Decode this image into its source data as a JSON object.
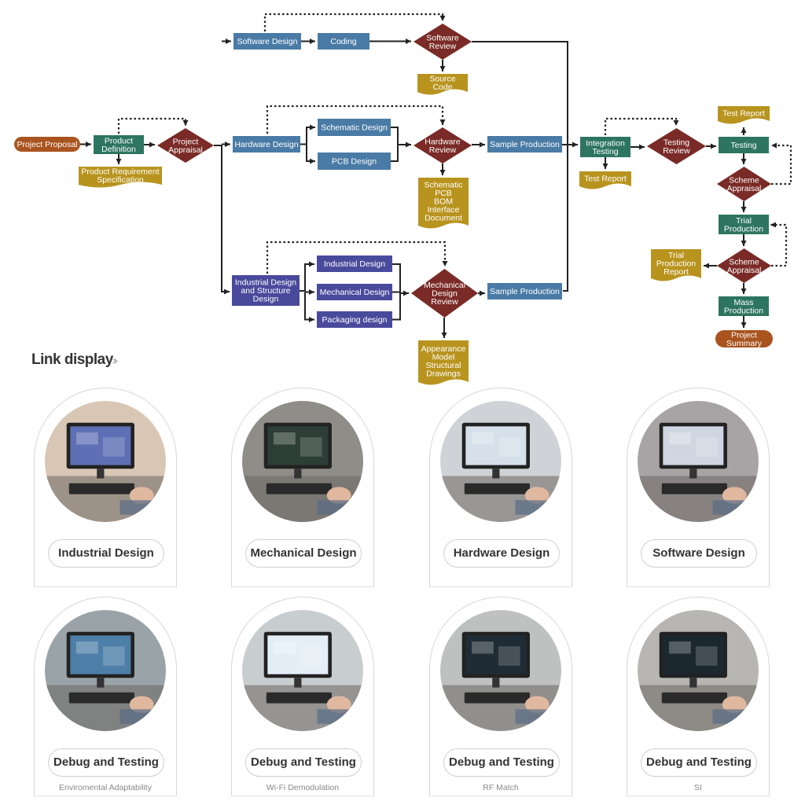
{
  "flowchart": {
    "nodes": [
      {
        "id": "project_proposal",
        "lines": [
          "Project Proposal"
        ]
      },
      {
        "id": "product_definition",
        "lines": [
          "Product",
          "Definition"
        ]
      },
      {
        "id": "product_req_spec",
        "lines": [
          "Product Requirement",
          "Specification"
        ]
      },
      {
        "id": "project_appraisal",
        "lines": [
          "Project",
          "Appraisal"
        ]
      },
      {
        "id": "software_design",
        "lines": [
          "Software Design"
        ]
      },
      {
        "id": "coding",
        "lines": [
          "Coding"
        ]
      },
      {
        "id": "software_review",
        "lines": [
          "Software",
          "Review"
        ]
      },
      {
        "id": "source_code",
        "lines": [
          "Source",
          "Code"
        ]
      },
      {
        "id": "hardware_design",
        "lines": [
          "Hardware Design"
        ]
      },
      {
        "id": "schematic_design",
        "lines": [
          "Schematic Design"
        ]
      },
      {
        "id": "pcb_design",
        "lines": [
          "PCB Design"
        ]
      },
      {
        "id": "hardware_review",
        "lines": [
          "Hardware",
          "Review"
        ]
      },
      {
        "id": "hw_docs",
        "lines": [
          "Schematic",
          "PCB",
          "BOM",
          "Interface",
          "Document"
        ]
      },
      {
        "id": "sample_production_hw",
        "lines": [
          "Sample Production"
        ]
      },
      {
        "id": "industrial_structure",
        "lines": [
          "Industrial Design",
          "and Structure",
          "Design"
        ]
      },
      {
        "id": "industrial_design",
        "lines": [
          "Industrial Design"
        ]
      },
      {
        "id": "mechanical_design",
        "lines": [
          "Mechanical Design"
        ]
      },
      {
        "id": "packaging_design",
        "lines": [
          "Packaging design"
        ]
      },
      {
        "id": "mech_review",
        "lines": [
          "Mechanical",
          "Design",
          "Review"
        ]
      },
      {
        "id": "mech_docs",
        "lines": [
          "Appearance",
          "Model",
          "Structural",
          "Drawings"
        ]
      },
      {
        "id": "sample_production_mech",
        "lines": [
          "Sample Production"
        ]
      },
      {
        "id": "integration_testing",
        "lines": [
          "Integration",
          "Testing"
        ]
      },
      {
        "id": "test_report_1",
        "lines": [
          "Test Report"
        ]
      },
      {
        "id": "testing_review",
        "lines": [
          "Testing",
          "Review"
        ]
      },
      {
        "id": "test_report_2",
        "lines": [
          "Test Report"
        ]
      },
      {
        "id": "testing",
        "lines": [
          "Testing"
        ]
      },
      {
        "id": "scheme_appraisal_1",
        "lines": [
          "Scheme",
          "Appraisal"
        ]
      },
      {
        "id": "trial_production",
        "lines": [
          "Trial",
          "Production"
        ]
      },
      {
        "id": "trial_production_report",
        "lines": [
          "Trial",
          "Production",
          "Report"
        ]
      },
      {
        "id": "scheme_appraisal_2",
        "lines": [
          "Scheme",
          "Appraisal"
        ]
      },
      {
        "id": "mass_production",
        "lines": [
          "Mass",
          "Production"
        ]
      },
      {
        "id": "project_summary",
        "lines": [
          "Project",
          "Summary"
        ]
      }
    ]
  },
  "link_display": {
    "title": "Link display",
    "arrows": "›››"
  },
  "cards": [
    {
      "label": "Industrial Design",
      "caption": ""
    },
    {
      "label": "Mechanical Design",
      "caption": ""
    },
    {
      "label": "Hardware Design",
      "caption": ""
    },
    {
      "label": "Software Design",
      "caption": ""
    },
    {
      "label": "Debug and Testing",
      "caption": "Enviromental Adaptability"
    },
    {
      "label": "Debug and Testing",
      "caption": "Wi-Fi Demodulation"
    },
    {
      "label": "Debug and Testing",
      "caption": "RF Match"
    },
    {
      "label": "Debug and Testing",
      "caption": "SI"
    }
  ],
  "colors": {
    "green": "#2d7560",
    "maroon": "#7a2b27",
    "gold": "#b8941f",
    "brown": "#a9541f",
    "steel": "#4a7ba6",
    "indigo": "#4a4a9c",
    "line": "#222222"
  }
}
